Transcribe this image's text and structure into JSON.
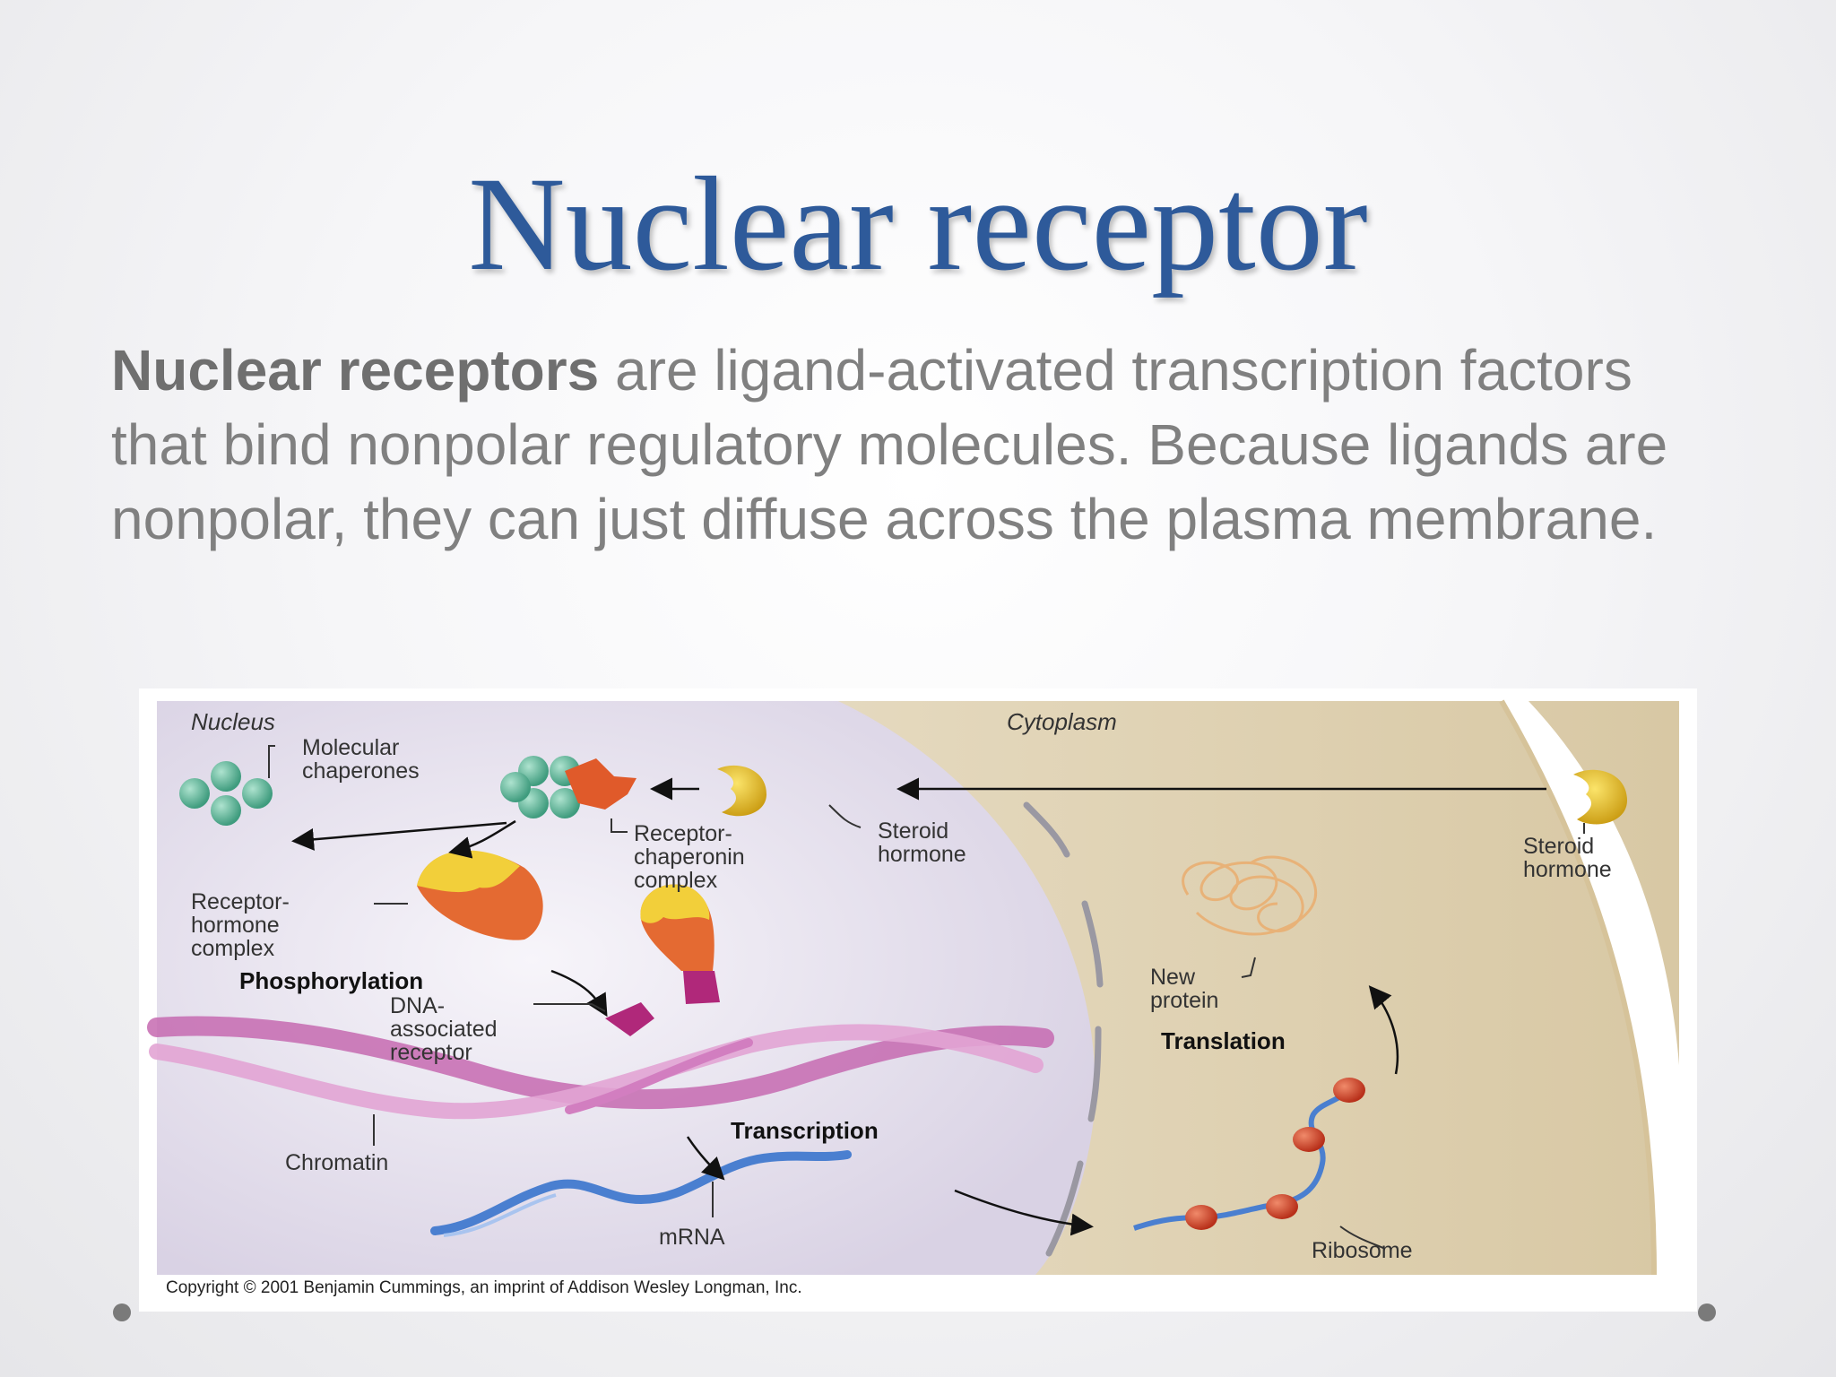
{
  "slide": {
    "title": "Nuclear receptor",
    "body_term": "Nuclear receptors",
    "body_rest": " are ligand-activated transcription factors that bind nonpolar regulatory molecules. Because ligands are nonpolar, they can just diffuse across the plasma membrane."
  },
  "figure": {
    "labels": {
      "nucleus": "Nucleus",
      "cytoplasm": "Cytoplasm",
      "molecular_chaperones_1": "Molecular",
      "molecular_chaperones_2": "chaperones",
      "receptor_chaperonin_1": "Receptor-",
      "receptor_chaperonin_2": "chaperonin",
      "receptor_chaperonin_3": "complex",
      "steroid_hormone_in_1": "Steroid",
      "steroid_hormone_in_2": "hormone",
      "steroid_hormone_out_1": "Steroid",
      "steroid_hormone_out_2": "hormone",
      "receptor_hormone_1": "Receptor-",
      "receptor_hormone_2": "hormone",
      "receptor_hormone_3": "complex",
      "phosphorylation": "Phosphorylation",
      "dna_receptor_1": "DNA-",
      "dna_receptor_2": "associated",
      "dna_receptor_3": "receptor",
      "chromatin": "Chromatin",
      "transcription": "Transcription",
      "mrna": "mRNA",
      "new_protein_1": "New",
      "new_protein_2": "protein",
      "translation": "Translation",
      "ribosome": "Ribosome"
    },
    "copyright": "Copyright © 2001 Benjamin Cummings, an imprint of Addison Wesley Longman, Inc."
  },
  "colors": {
    "title": "#2e5a9a",
    "body_text": "#808080",
    "body_term": "#6f6f6f",
    "nucleus_fill": "#e9e5f0",
    "cytoplasm_fill": "#e7dcc4",
    "chaperone": "#5bb89a",
    "receptor": "#e05a2a",
    "hormone": "#e8c21e",
    "chromatin": "#c56ab0",
    "mrna": "#4a7fd0",
    "ribosome": "#d9462a",
    "bullet": "#7a7a7a"
  }
}
